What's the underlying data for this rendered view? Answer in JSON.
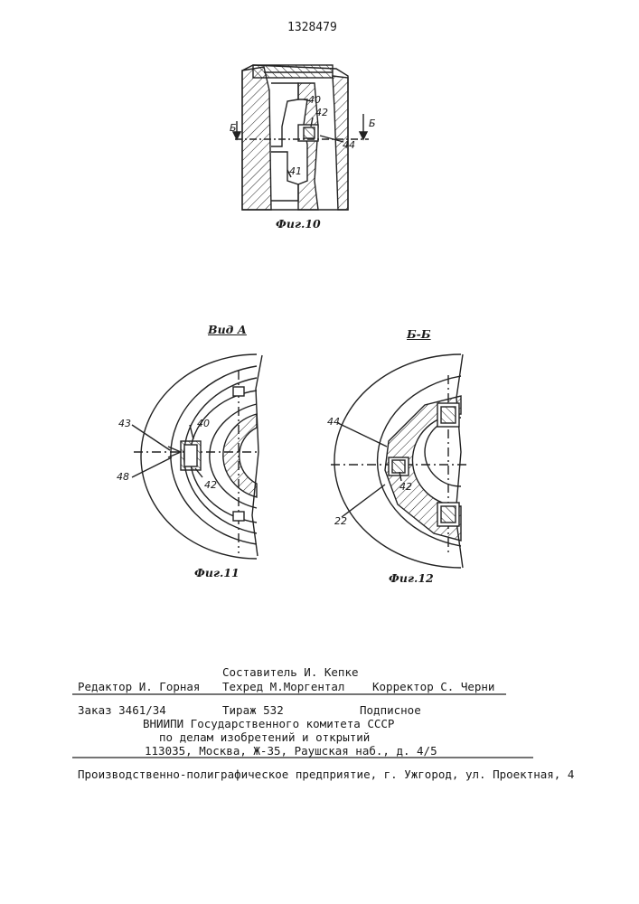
{
  "header": {
    "patent_number": "1328479"
  },
  "figures": {
    "fig10": {
      "caption": "Фиг.10",
      "labels": {
        "l40": "40",
        "l42": "42",
        "l44": "44",
        "l41": "41",
        "sec_left": "Б",
        "sec_right": "Б"
      }
    },
    "fig11": {
      "view_label": "Вид А",
      "caption": "Фиг.11",
      "labels": {
        "l43": "43",
        "l40": "40",
        "l48": "48",
        "l42": "42"
      }
    },
    "fig12": {
      "section_label": "Б-Б",
      "caption": "Фиг.12",
      "labels": {
        "l44": "44",
        "l42": "42",
        "l22": "22"
      }
    }
  },
  "imprint": {
    "editor": "Редактор И. Горная",
    "compiler": "Составитель И. Кепке",
    "techred": "Техред М.Моргентал",
    "corrector": "Корректор С. Черни",
    "order": "Заказ 3461/34",
    "circulation": "Тираж 532",
    "subscription": "Подписное",
    "org_line1": "ВНИИПИ Государственного комитета СССР",
    "org_line2": "по делам изобретений и открытий",
    "org_line3": "113035, Москва, Ж-35, Раушская наб., д. 4/5",
    "printer": "Производственно-полиграфическое предприятие, г. Ужгород, ул. Проектная, 4"
  }
}
